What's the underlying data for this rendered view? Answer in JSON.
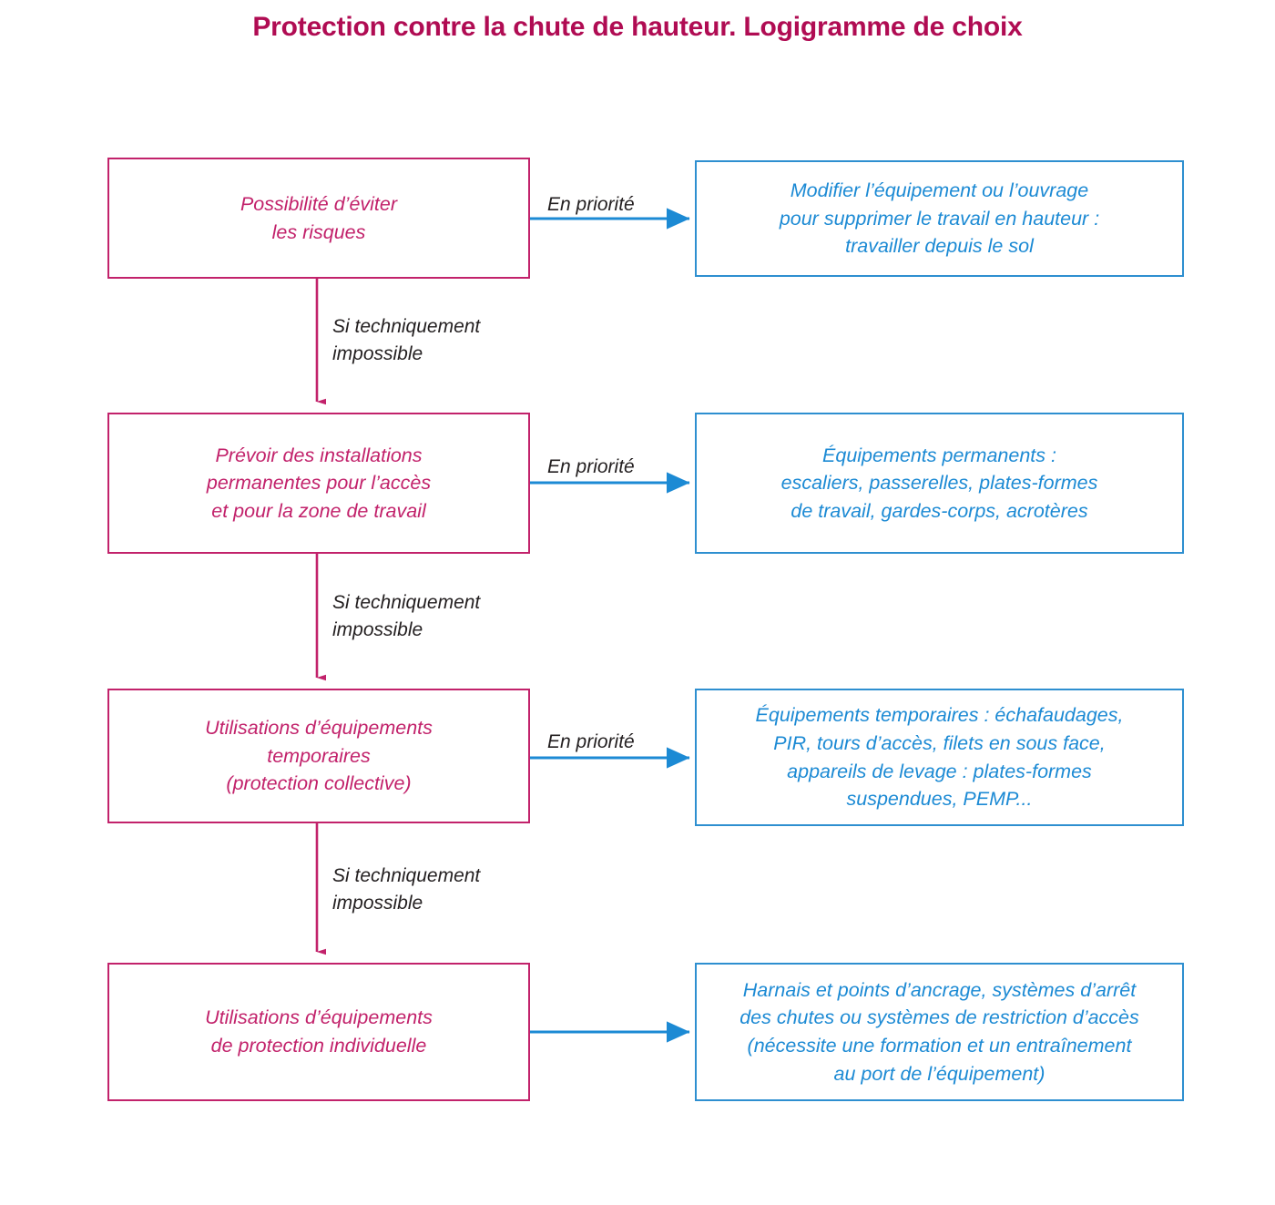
{
  "title": "Protection contre la chute de hauteur. Logigramme de choix",
  "colors": {
    "title": "#b00c53",
    "magenta": "#c2226b",
    "blue": "#1c8ad4",
    "label": "#231f20",
    "background": "#ffffff"
  },
  "steps": [
    {
      "id": "step-1",
      "principle": "Possibilité d’éviter\nles risques",
      "edge_label": "En priorité",
      "solution": "Modifier l’équipement ou l’ouvrage\npour supprimer le travail en hauteur :\ntravailler depuis le sol",
      "next_label": "Si techniquement\nimpossible"
    },
    {
      "id": "step-2",
      "principle": "Prévoir des installations\npermanentes pour l’accès\net pour la zone de travail",
      "edge_label": "En priorité",
      "solution": "Équipements permanents :\nescaliers, passerelles, plates-formes\nde travail, gardes-corps, acrotères",
      "next_label": "Si techniquement\nimpossible"
    },
    {
      "id": "step-3",
      "principle": "Utilisations d’équipements\ntemporaires\n(protection collective)",
      "edge_label": "En priorité",
      "solution": "Équipements temporaires : échafaudages,\nPIR, tours d’accès, filets en sous face,\nappareils de levage : plates-formes\nsuspendues, PEMP...",
      "next_label": "Si techniquement\nimpossible"
    },
    {
      "id": "step-4",
      "principle": "Utilisations d’équipements\nde protection individuelle",
      "edge_label": "",
      "solution": "Harnais et points d’ancrage, systèmes d’arrêt\ndes chutes ou systèmes de restriction d’accès\n(nécessite une formation et un entraînement\nau port de l’équipement)",
      "next_label": ""
    }
  ]
}
